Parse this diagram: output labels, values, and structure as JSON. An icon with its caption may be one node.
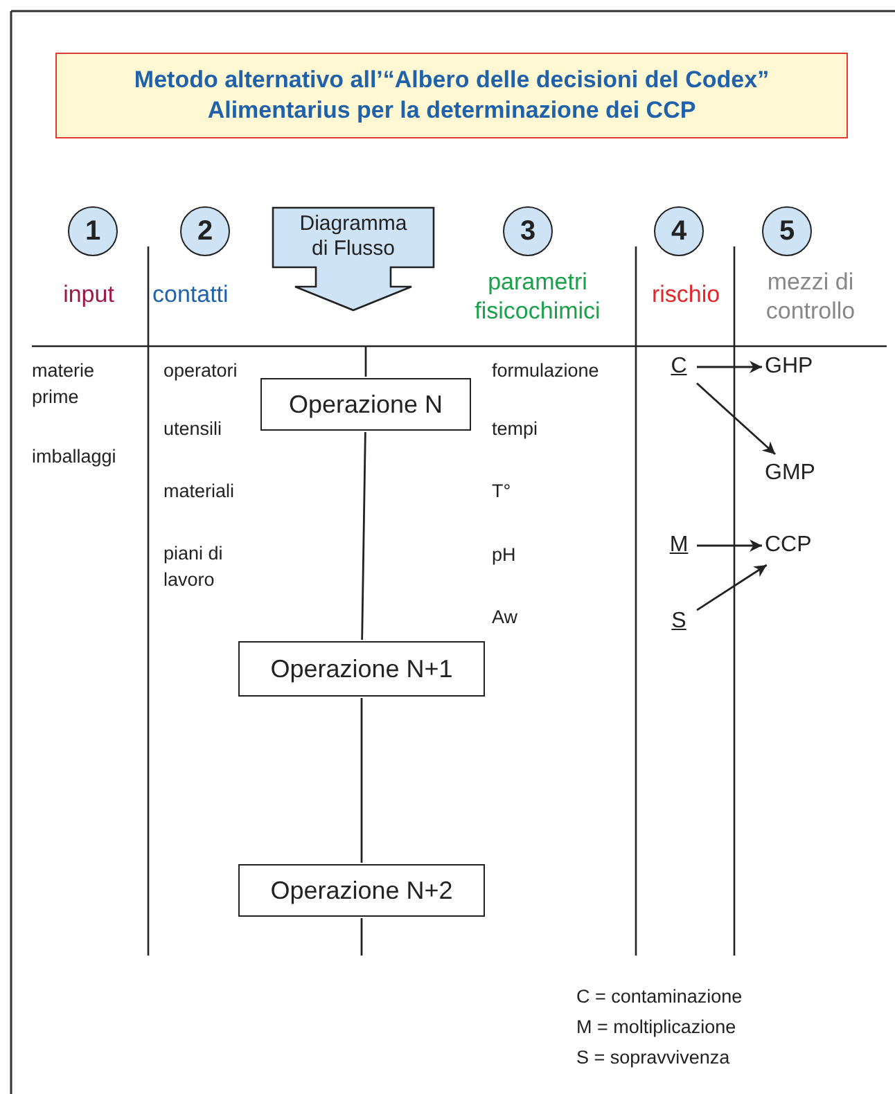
{
  "diagram": {
    "title": "Metodo alternativo all’“Albero delle decisioni del Codex” Alimentarius per la determinazione dei CCP",
    "nodes": [
      {
        "text": [
          "1"
        ]
      },
      {
        "text": [
          "2"
        ]
      },
      {
        "text": [
          "Diagramma di Flusso"
        ]
      },
      {
        "text": [
          "3"
        ]
      },
      {
        "text": [
          "4"
        ]
      },
      {
        "text": [
          "5"
        ]
      },
      {
        "text": [
          "Operazione N"
        ]
      },
      {
        "text": [
          "Operazione N+1"
        ]
      },
      {
        "text": [
          "Operazione N+2"
        ]
      },
      {
        "text": [
          "C"
        ]
      },
      {
        "text": [
          "GHP"
        ]
      },
      {
        "text": [
          "GMP"
        ]
      },
      {
        "text": [
          "M"
        ]
      },
      {
        "text": [
          "CCP"
        ]
      },
      {
        "text": [
          "S"
        ]
      }
    ],
    "edges": [
      {
        "from": null,
        "to": 6,
        "arrow": "none"
      },
      {
        "from": 6,
        "to": 7,
        "arrow": "none"
      },
      {
        "from": 7,
        "to": 8,
        "arrow": "none"
      },
      {
        "from": 8,
        "to": null,
        "arrow": "none"
      },
      {
        "from": 9,
        "to": 10,
        "arrow": "to"
      },
      {
        "from": 9,
        "to": 11,
        "arrow": "to"
      },
      {
        "from": 12,
        "to": 13,
        "arrow": "to"
      },
      {
        "from": 14,
        "to": 13,
        "arrow": "to"
      }
    ],
    "labels": [
      "input",
      "contatti",
      "parametri fisicochimici",
      "rischio",
      "mezzi di controllo",
      "materie prime",
      "operatori",
      "formulazione",
      "utensili",
      "tempi",
      "imballaggi",
      "materiali",
      "T°",
      "piani di lavoro",
      "pH",
      "Aw",
      "C = contaminazione",
      "M = moltiplicazione",
      "S = sopravvivenza"
    ]
  }
}
